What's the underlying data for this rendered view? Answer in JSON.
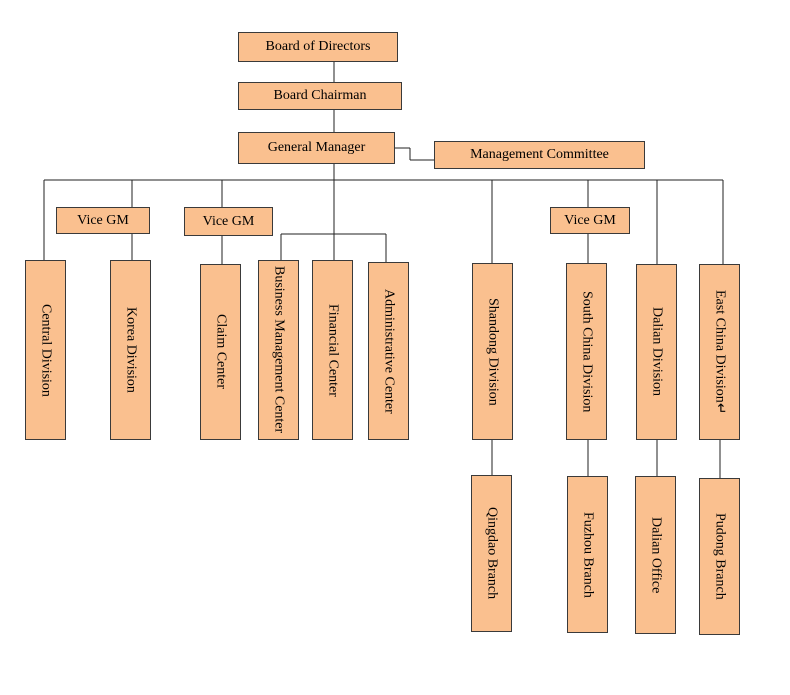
{
  "boxes": {
    "board_of_directors": "Board of Directors",
    "board_chairman": "Board Chairman",
    "general_manager": "General Manager",
    "management_committee": "Management Committee",
    "vice_gm_1": "Vice GM",
    "vice_gm_2": "Vice GM",
    "vice_gm_3": "Vice GM",
    "central_division": "Central Division",
    "korea_division": "Korea Division",
    "claim_center": "Claim Center",
    "business_management_center": "Business Management Center",
    "financial_center": "Financial Center",
    "administrative_center": "Administrative Center",
    "shandong_division": "Shandong Division",
    "south_china_division": "South China Division",
    "dalian_division": "Dalian Division",
    "east_china_division": "East China Division↵",
    "qingdao_branch": "Qingdao Branch",
    "fuzhou_branch": "Fuzhou Branch",
    "dalian_office": "Dalian Office",
    "pudong_branch": "Pudong Branch"
  },
  "colors": {
    "box_fill": "#fac08f",
    "box_border": "#3a3a3a",
    "connector": "#222222"
  }
}
